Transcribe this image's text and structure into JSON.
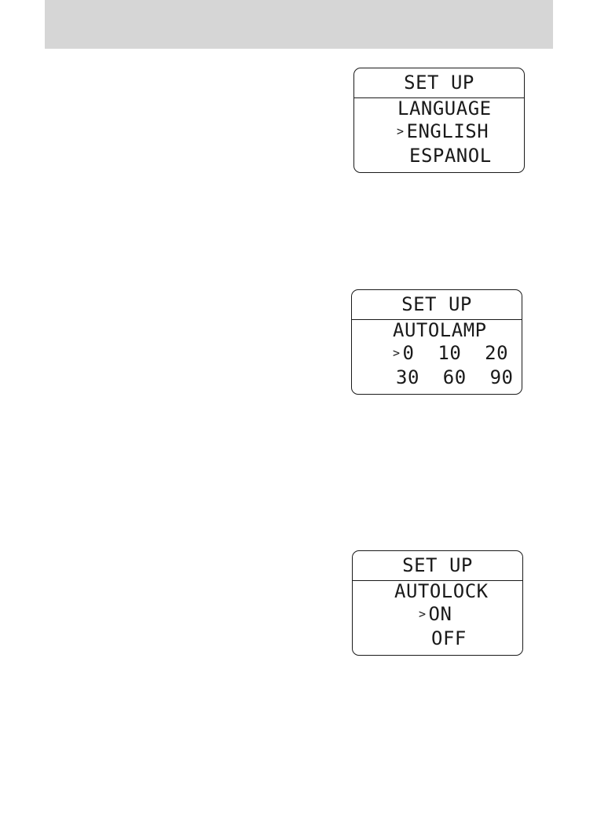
{
  "displays": [
    {
      "title": "SET UP",
      "heading": "LANGUAGE",
      "selected": "ENGLISH",
      "other": "ESPANOL",
      "cursor": ">"
    },
    {
      "title": "SET UP",
      "heading": "AUTOLAMP",
      "selected": "0  10  20",
      "other": "30  60  90",
      "cursor": ">"
    },
    {
      "title": "SET UP",
      "heading": "AUTOLOCK",
      "selected": "ON",
      "other": "OFF",
      "cursor": ">"
    }
  ],
  "colors": {
    "header_band": "#d6d6d6",
    "ink": "#1a1a1a"
  }
}
